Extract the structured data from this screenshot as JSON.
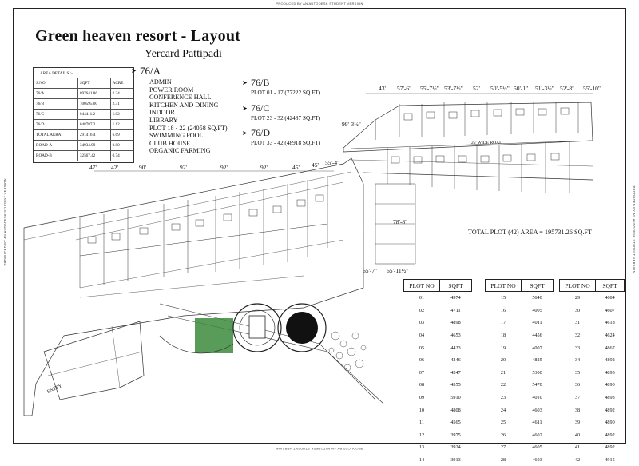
{
  "watermark": "PRODUCED BY AN AUTODESK STUDENT VERSION",
  "title": "Green heaven resort - Layout",
  "subtitle": "Yercard Pattipadi",
  "area_details": {
    "caption": "AREA DETAILS :-",
    "headers": [
      "S.NO",
      "SQFT",
      "ACRE"
    ],
    "rows": [
      [
        "76/A",
        "097641.86",
        "2.24"
      ],
      [
        "76/B",
        "100595.00",
        "2.31"
      ],
      [
        "76/C",
        "044411.2",
        "1.02"
      ],
      [
        "76/D",
        "048787.2",
        "1.12"
      ],
      [
        "TOTAL AERA",
        "291416.4",
        "6.69"
      ],
      [
        "ROAD-A",
        "34934.99",
        "0.80"
      ],
      [
        "ROAD-B",
        "32567.42",
        "0.74"
      ]
    ]
  },
  "phase_a": {
    "label": "76/A",
    "items": [
      "ADMIN",
      "POWER ROOM",
      "CONFERENCE HALL",
      "KITCHEN AND DINING",
      "INDOOR",
      "LIBRARY",
      "PLOT 18 - 22 (24058 SQ.FT)",
      "SWIMMING POOL",
      "CLUB HOUSE",
      "ORGANIC FARMING"
    ]
  },
  "phase_b": {
    "label": "76/B",
    "plots": "PLOT 01 - 17 (77222 SQ.FT)"
  },
  "phase_c": {
    "label": "76/C",
    "plots": "PLOT 23 - 32 (42487 SQ.FT)"
  },
  "phase_d": {
    "label": "76/D",
    "plots": "PLOT 33 - 42 (48918 SQ.FT)"
  },
  "total_area": "TOTAL PLOT (42) AREA = 195731.26 SQ.FT",
  "plot_table": {
    "header_no": "PLOT NO",
    "header_sqft": "SQFT",
    "columns": [
      [
        [
          "01",
          "4974"
        ],
        [
          "02",
          "4711"
        ],
        [
          "03",
          "4898"
        ],
        [
          "04",
          "4653"
        ],
        [
          "05",
          "4423"
        ],
        [
          "06",
          "4246"
        ],
        [
          "07",
          "4247"
        ],
        [
          "08",
          "4355"
        ],
        [
          "09",
          "5910"
        ],
        [
          "10",
          "4808"
        ],
        [
          "11",
          "4565"
        ],
        [
          "12",
          "3975"
        ],
        [
          "13",
          "3924"
        ],
        [
          "14",
          "3913"
        ]
      ],
      [
        [
          "15",
          "5640"
        ],
        [
          "16",
          "4005"
        ],
        [
          "17",
          "4011"
        ],
        [
          "18",
          "4456"
        ],
        [
          "19",
          "4007"
        ],
        [
          "20",
          "4825"
        ],
        [
          "21",
          "5300"
        ],
        [
          "22",
          "5470"
        ],
        [
          "23",
          "4010"
        ],
        [
          "24",
          "4603"
        ],
        [
          "25",
          "4611"
        ],
        [
          "26",
          "4602"
        ],
        [
          "27",
          "4605"
        ],
        [
          "28",
          "4603"
        ]
      ],
      [
        [
          "29",
          "4604"
        ],
        [
          "30",
          "4607"
        ],
        [
          "31",
          "4618"
        ],
        [
          "32",
          "4624"
        ],
        [
          "33",
          "4867"
        ],
        [
          "34",
          "4892"
        ],
        [
          "35",
          "4895"
        ],
        [
          "36",
          "4890"
        ],
        [
          "37",
          "4893"
        ],
        [
          "38",
          "4892"
        ],
        [
          "39",
          "4890"
        ],
        [
          "40",
          "4892"
        ],
        [
          "41",
          "4892"
        ],
        [
          "42",
          "4915"
        ]
      ]
    ]
  },
  "dimensions_top": [
    "43'",
    "57'-6\"",
    "55'-7½\"",
    "53'-7½\"",
    "52'",
    "50'-5½\"",
    "50'-1\"",
    "51'-3½\"",
    "52'-8\"",
    "55'-10\""
  ],
  "dimensions_mid": [
    "47'",
    "42'",
    "90'",
    "92'",
    "92'",
    "92'",
    "45'",
    "45'",
    "55'-4\""
  ],
  "dimensions_other": [
    "99'-3½\"",
    "78'-8\"",
    "65'-7\"",
    "65'-11½\"",
    "25' WIDE ROAD",
    "ENTRY"
  ]
}
